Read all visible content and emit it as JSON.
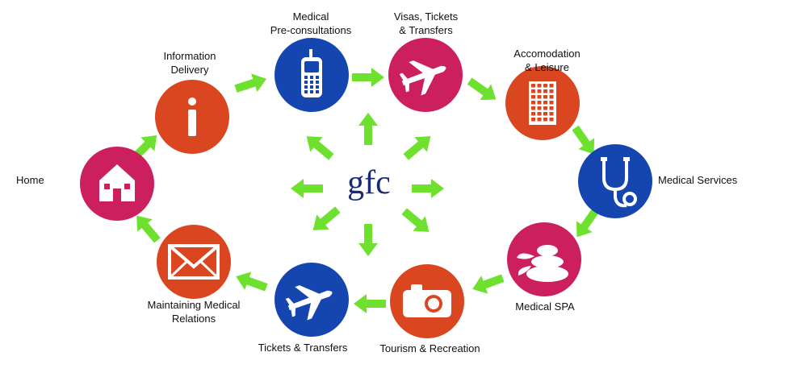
{
  "center": {
    "logo_text": "gfc"
  },
  "colors": {
    "red": "#cc1f5e",
    "orange": "#d9461f",
    "blue": "#1546b0",
    "arrow": "#6ee12e",
    "icon": "#ffffff"
  },
  "nodes": [
    {
      "id": "home",
      "label": "Home",
      "icon": "house-icon",
      "color": "red"
    },
    {
      "id": "info",
      "label": "Information\nDelivery",
      "icon": "info-icon",
      "color": "orange"
    },
    {
      "id": "medical-pre",
      "label": "Medical\nPre-consultations",
      "icon": "phone-icon",
      "color": "blue"
    },
    {
      "id": "visas",
      "label": "Visas, Tickets\n& Transfers",
      "icon": "airplane-icon",
      "color": "red"
    },
    {
      "id": "accom",
      "label": "Accomodation\n& Leisure",
      "icon": "building-icon",
      "color": "orange"
    },
    {
      "id": "medical-services",
      "label": "Medical Services",
      "icon": "stethoscope-icon",
      "color": "blue"
    },
    {
      "id": "spa",
      "label": "Medical SPA",
      "icon": "spa-stones-icon",
      "color": "red"
    },
    {
      "id": "tourism",
      "label": "Tourism & Recreation",
      "icon": "camera-icon",
      "color": "orange"
    },
    {
      "id": "tickets",
      "label": "Tickets & Transfers",
      "icon": "airplane-icon",
      "color": "blue"
    },
    {
      "id": "maintaining",
      "label": "Maintaining Medical\nRelations",
      "icon": "envelope-icon",
      "color": "orange"
    }
  ]
}
